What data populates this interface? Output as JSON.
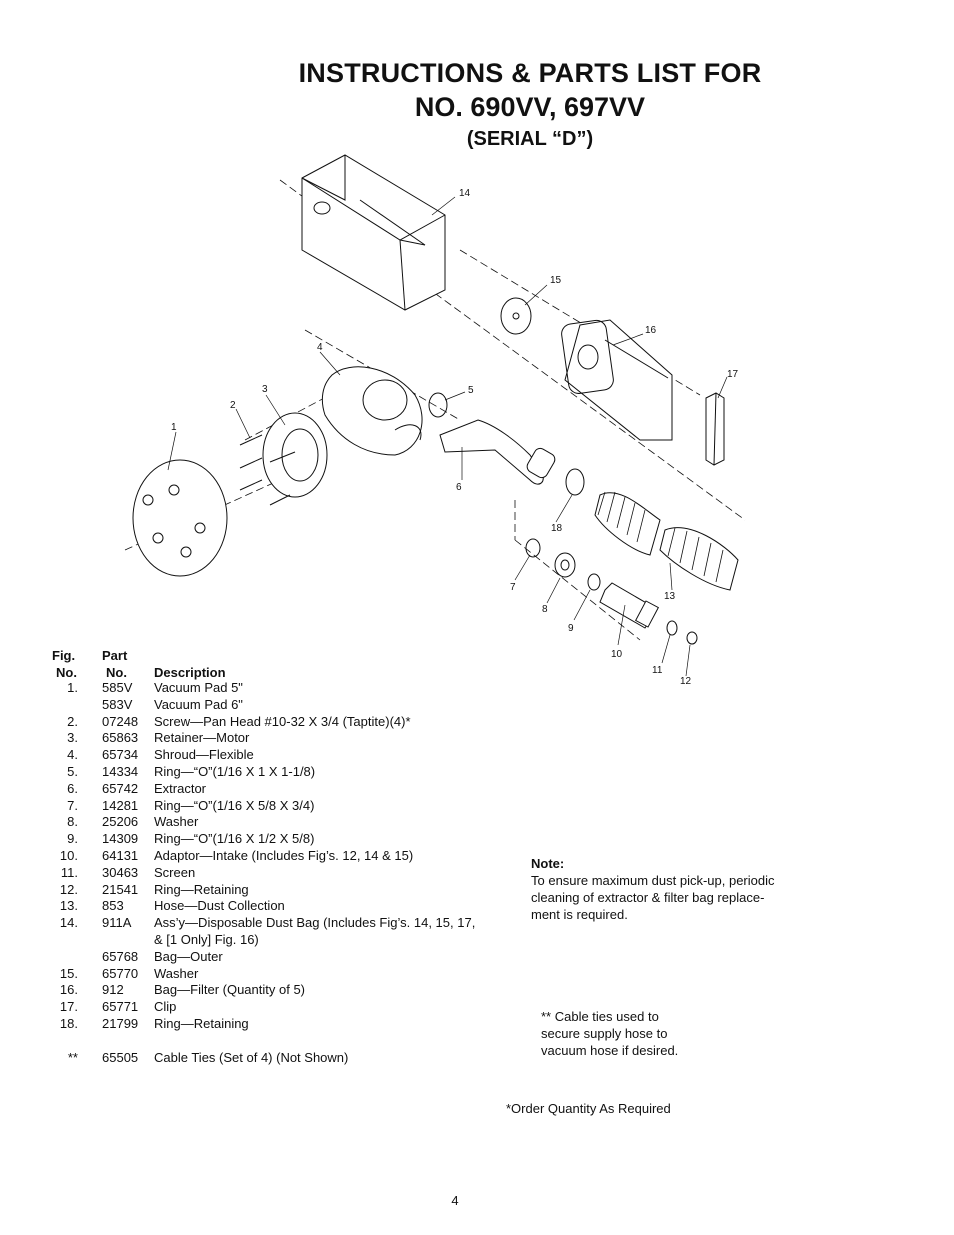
{
  "header": {
    "line1": "INSTRUCTIONS & PARTS LIST FOR",
    "line2": "NO. 690VV, 697VV",
    "line3": "(SERIAL “D”)"
  },
  "diagram": {
    "callouts": [
      "1",
      "2",
      "3",
      "4",
      "5",
      "6",
      "7",
      "8",
      "9",
      "10",
      "11",
      "12",
      "13",
      "14",
      "15",
      "16",
      "17",
      "18"
    ]
  },
  "parts_table": {
    "headers": {
      "fig_top": "Fig.",
      "fig_bottom": "No.",
      "part_top": "Part",
      "part_bottom": "No.",
      "description": "Description"
    },
    "rows": [
      {
        "fig": "1.",
        "part": "585V",
        "desc": "Vacuum Pad 5\""
      },
      {
        "fig": "",
        "part": "583V",
        "desc": "Vacuum Pad 6\""
      },
      {
        "fig": "2.",
        "part": "07248",
        "desc": "Screw—Pan Head #10-32 X 3/4 (Taptite)(4)*"
      },
      {
        "fig": "3.",
        "part": "65863",
        "desc": "Retainer—Motor"
      },
      {
        "fig": "4.",
        "part": "65734",
        "desc": "Shroud—Flexible"
      },
      {
        "fig": "5.",
        "part": "14334",
        "desc": "Ring—“O”(1/16 X 1 X 1-1/8)"
      },
      {
        "fig": "6.",
        "part": "65742",
        "desc": "Extractor"
      },
      {
        "fig": "7.",
        "part": "14281",
        "desc": "Ring—“O”(1/16 X 5/8 X 3/4)"
      },
      {
        "fig": "8.",
        "part": "25206",
        "desc": "Washer"
      },
      {
        "fig": "9.",
        "part": "14309",
        "desc": "Ring—“O”(1/16 X 1/2 X 5/8)"
      },
      {
        "fig": "10.",
        "part": "64131",
        "desc": "Adaptor—Intake (Includes Fig’s. 12, 14 & 15)"
      },
      {
        "fig": "11.",
        "part": "30463",
        "desc": "Screen"
      },
      {
        "fig": "12.",
        "part": "21541",
        "desc": "Ring—Retaining"
      },
      {
        "fig": "13.",
        "part": "853",
        "desc": "Hose—Dust Collection"
      },
      {
        "fig": "14.",
        "part": "911A",
        "desc": "Ass’y—Disposable Dust Bag (Includes Fig’s. 14, 15, 17,"
      },
      {
        "fig": "",
        "part": "",
        "desc": "& [1 Only] Fig. 16)"
      },
      {
        "fig": "",
        "part": "65768",
        "desc": "Bag—Outer"
      },
      {
        "fig": "15.",
        "part": "65770",
        "desc": "Washer"
      },
      {
        "fig": "16.",
        "part": "912",
        "desc": "Bag—Filter (Quantity of 5)"
      },
      {
        "fig": "17.",
        "part": "65771",
        "desc": "Clip"
      },
      {
        "fig": "18.",
        "part": "21799",
        "desc": "Ring—Retaining"
      },
      {
        "fig": "",
        "part": "",
        "desc": ""
      },
      {
        "fig": "**",
        "part": "65505",
        "desc": "Cable Ties (Set of 4) (Not Shown)"
      }
    ]
  },
  "note": {
    "title": "Note:",
    "lines": [
      "To ensure maximum dust pick-up, periodic",
      "cleaning of extractor & filter bag replace-",
      "ment is required."
    ]
  },
  "cable_note": {
    "lines": [
      "** Cable ties used to",
      "secure supply hose to",
      "vacuum hose if desired."
    ]
  },
  "order_note": "*Order Quantity As Required",
  "page_number": "4"
}
